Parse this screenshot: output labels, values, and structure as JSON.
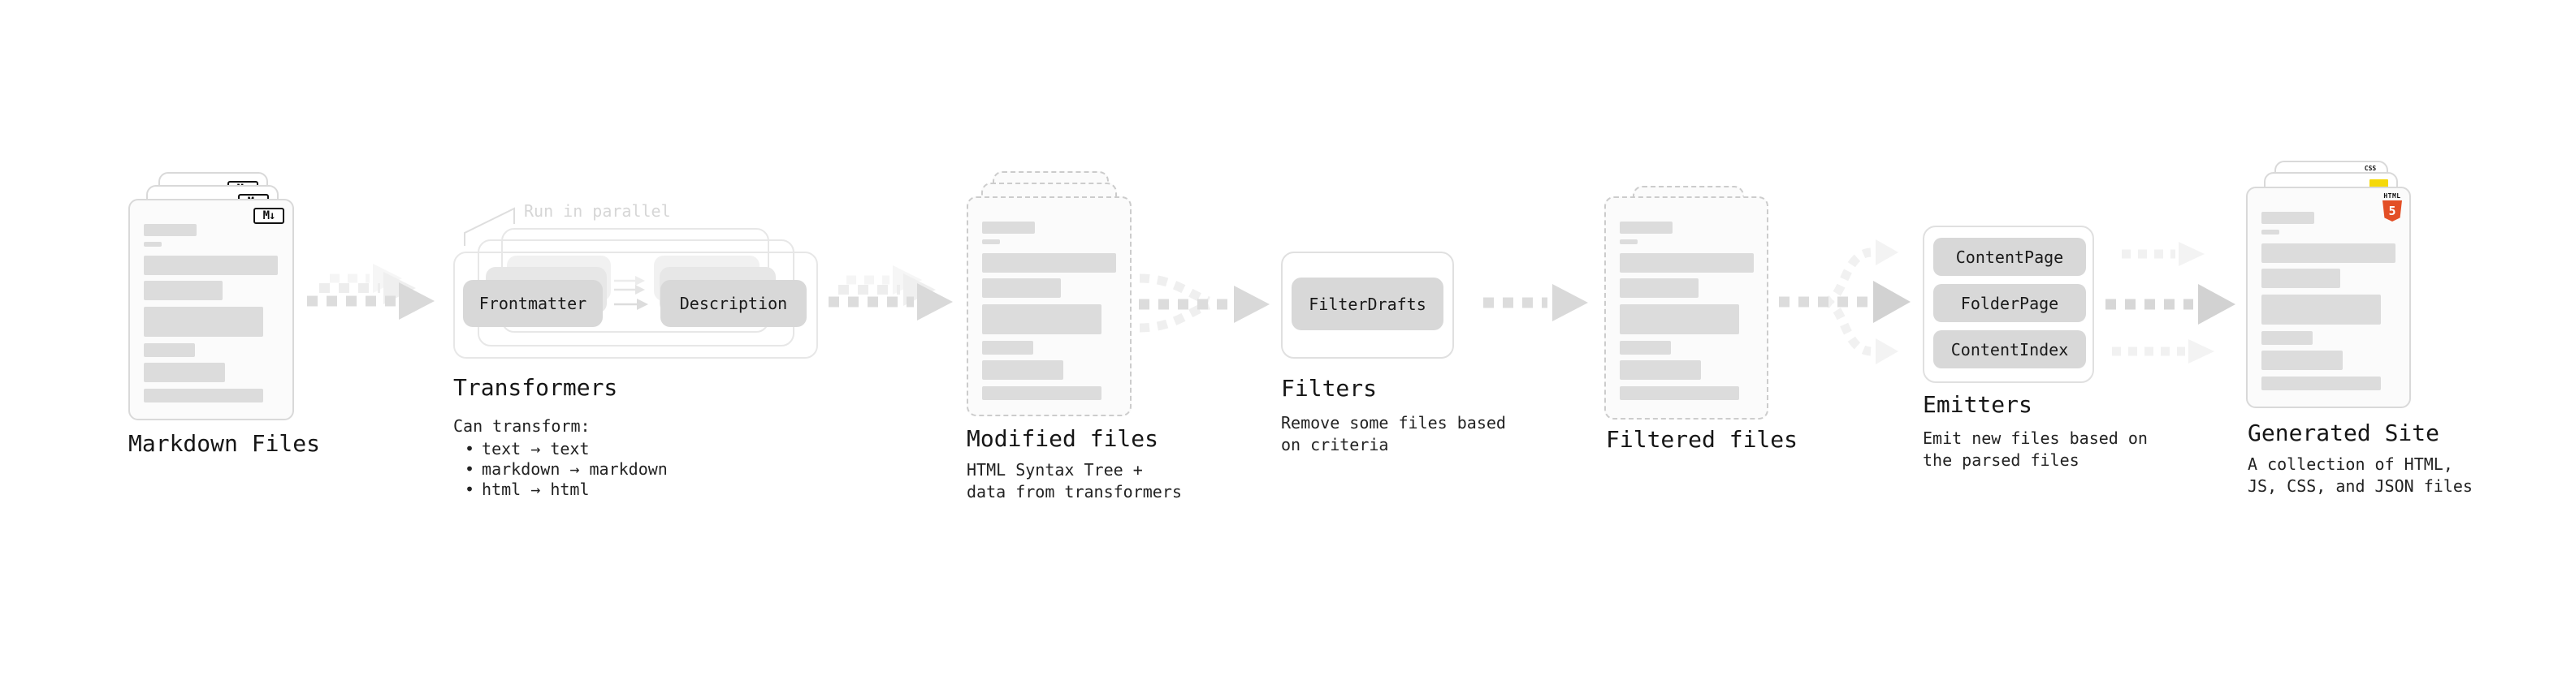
{
  "stages": {
    "markdown": {
      "title": "Markdown Files",
      "file_badge": "M↓"
    },
    "transformers": {
      "title": "Transformers",
      "callout": "Run in parallel",
      "left_node": "Frontmatter",
      "right_node": "Description",
      "desc_heading": "Can transform:",
      "bullet_glyph": "•",
      "bullets": [
        "text → text",
        "markdown → markdown",
        "html → html"
      ]
    },
    "modified": {
      "title": "Modified files",
      "desc": [
        "HTML Syntax Tree +",
        "data from transformers"
      ]
    },
    "filters": {
      "title": "Filters",
      "node": "FilterDrafts",
      "desc": [
        "Remove some files based",
        "on criteria"
      ]
    },
    "filtered": {
      "title": "Filtered files"
    },
    "emitters": {
      "title": "Emitters",
      "nodes": [
        "ContentPage",
        "FolderPage",
        "ContentIndex"
      ],
      "desc": [
        "Emit new files based on",
        "the parsed files"
      ]
    },
    "site": {
      "title": "Generated Site",
      "desc": [
        "A collection of HTML,",
        "JS, CSS, and JSON files"
      ],
      "css_badge": "CSS",
      "html_badge_word": "HTML",
      "html_badge_number": "5"
    }
  },
  "colors": {
    "html_orange": "#e34f26",
    "js_yellow": "#f5d90a",
    "css_blue": "#2f6fed",
    "node_fill": "#d8d8d8",
    "card_border": "#d9d9d9",
    "arrow_gray": "#dcdcdc"
  }
}
